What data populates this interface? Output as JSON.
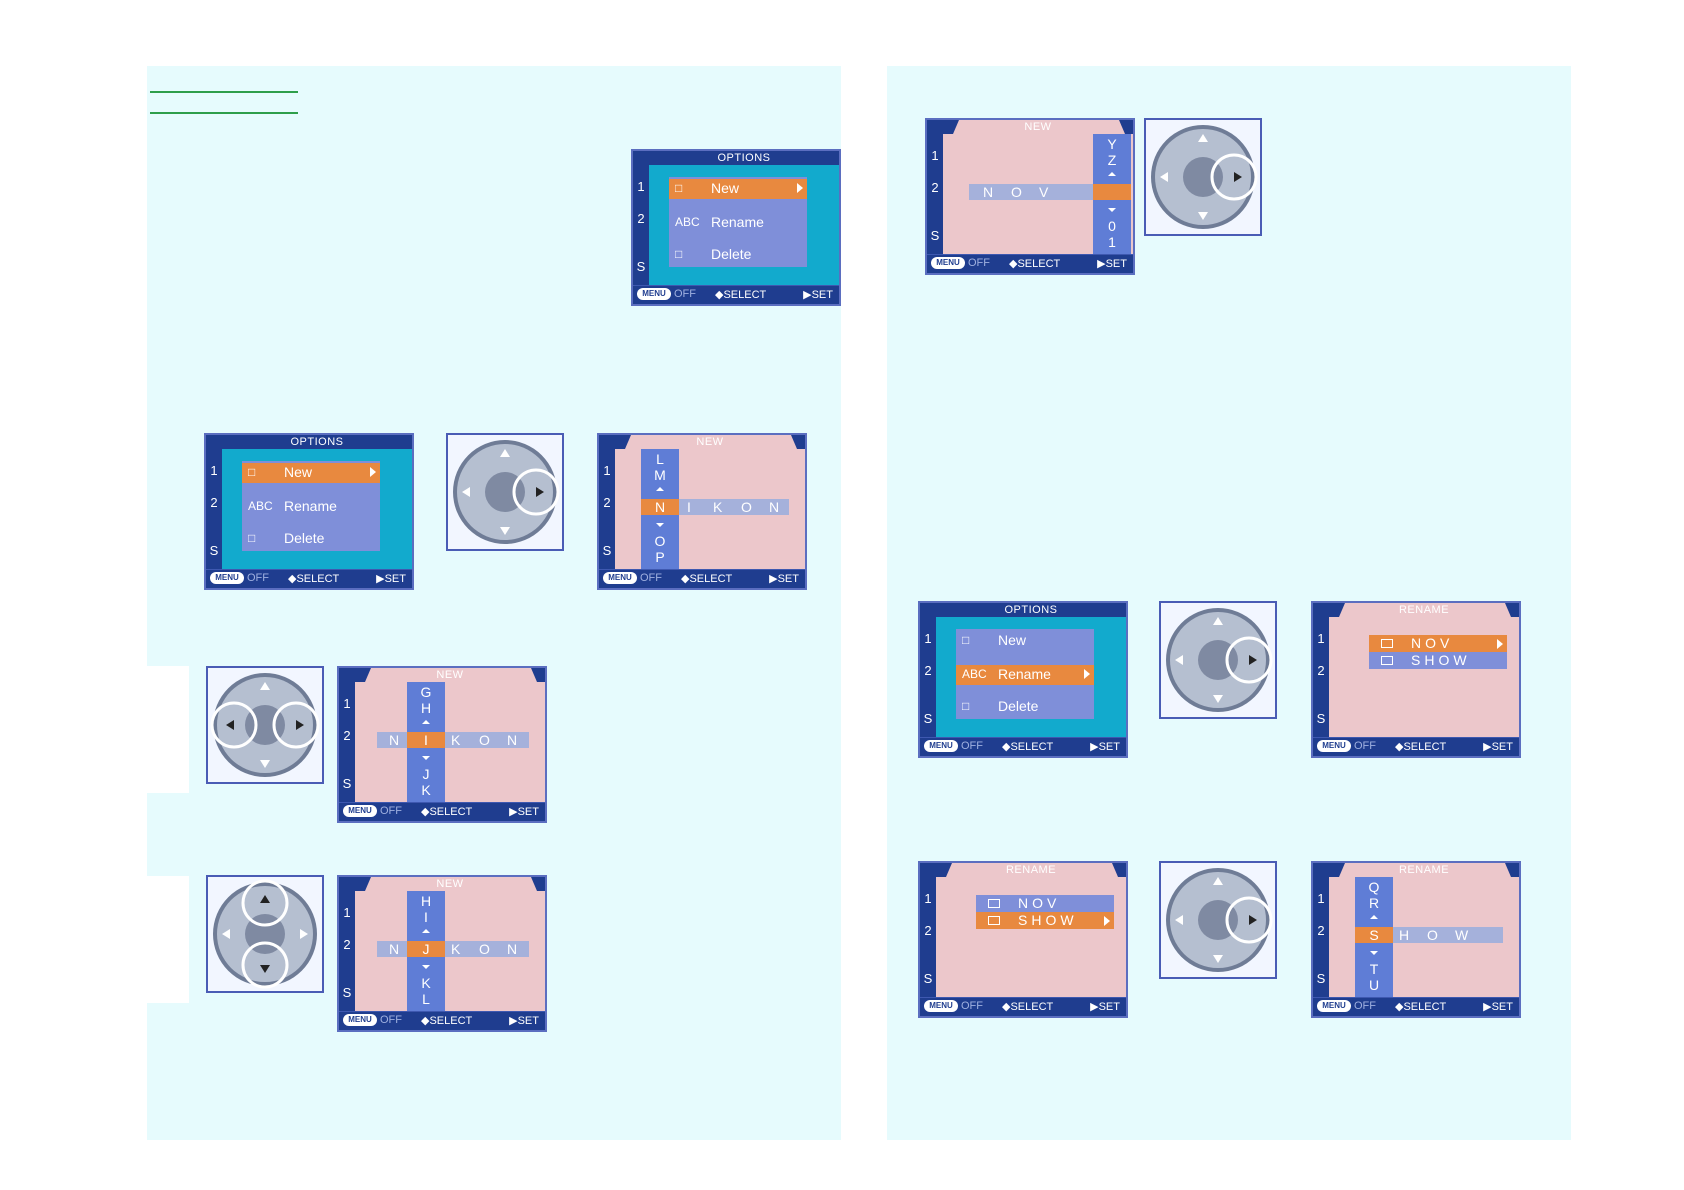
{
  "colors": {
    "panel_bg": "#e6fbfd",
    "lcd_navy": "#1f3d8f",
    "lcd_cyan": "#12aacd",
    "menu_blue": "#7f8fd9",
    "highlight": "#e8893f",
    "pink_bg": "#ecc7cb",
    "column_blue": "#5f7dd6",
    "link_green": "#2e9e4a"
  },
  "footer": {
    "menu": "MENU",
    "off": "OFF",
    "select": "◆SELECT",
    "set": "▶SET"
  },
  "side": {
    "n1": "1",
    "n2": "2",
    "ns": "S"
  },
  "options": {
    "title": "OPTIONS",
    "new": "New",
    "rename": "Rename",
    "delete": "Delete",
    "abc": "ABC"
  },
  "screens": {
    "new_title": "NEW",
    "rename_title": "RENAME",
    "nikon": {
      "above": [
        "L",
        "M"
      ],
      "below": [
        "O",
        "P"
      ],
      "cursor": "N",
      "rest": [
        "I",
        "K",
        "O",
        "N"
      ]
    },
    "nikon_i": {
      "above": [
        "G",
        "H"
      ],
      "below": [
        "J",
        "K"
      ],
      "left": "N",
      "cursor": "I",
      "rest": [
        "K",
        "O",
        "N"
      ]
    },
    "nikon_j": {
      "above": [
        "H",
        "I"
      ],
      "below": [
        "K",
        "L"
      ],
      "left": "N",
      "cursor": "J",
      "rest": [
        "K",
        "O",
        "N"
      ]
    },
    "nov": {
      "above": [
        "Y",
        "Z"
      ],
      "below": [
        "0",
        "1"
      ],
      "left": [
        "N",
        "O",
        "V"
      ]
    },
    "rename_list": {
      "nov": "NOV",
      "show": "SHOW"
    },
    "show": {
      "above": [
        "Q",
        "R"
      ],
      "below": [
        "T",
        "U"
      ],
      "cursor": "S",
      "rest": [
        "H",
        "O",
        "W"
      ]
    }
  }
}
